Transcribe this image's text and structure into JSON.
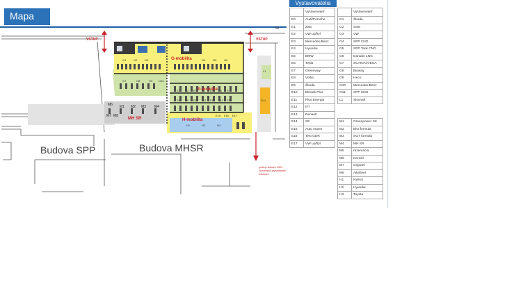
{
  "title": "Mapa",
  "legend_title": "Vystavovatelia",
  "labels": {
    "vstup_left": "VSTUP",
    "vstup_right": "VSTUP",
    "top_right": "Mi",
    "g_mobilita": "G-mobilita",
    "e_mobilita": "E-mobilita",
    "h_mobilita": "H-mobilita",
    "mh_sr": "MH SR",
    "building_spp": "Budova SPP",
    "building_mhsr": "Budova MHSR",
    "direction_note": "prístup stanice CNG\nSlovenské plynárenské múzeum"
  },
  "zone_codes": {
    "e": [
      "E1",
      "E2",
      "E3",
      "E4",
      "E5",
      "E6",
      "E7",
      "E8",
      "E9",
      "E10",
      "E11",
      "E12",
      "E13",
      "E14",
      "E15",
      "E16",
      "E17"
    ],
    "g": [
      "G1",
      "G2",
      "G3",
      "G4",
      "G5",
      "G6",
      "G7",
      "G8",
      "G9",
      "G10",
      "G11"
    ],
    "m": [
      "M1",
      "M2",
      "M3",
      "M4",
      "M6",
      "M7",
      "M8"
    ],
    "h": [
      "H1",
      "H2",
      "H3"
    ],
    "other": [
      "L1",
      "G11"
    ]
  },
  "table_e": {
    "header": "Vystavovateľ",
    "rows": [
      {
        "code": "E0",
        "name": "Audi/Porsche"
      },
      {
        "code": "E1",
        "name": "ZSE"
      },
      {
        "code": "E2",
        "name": "VW up/ftyl"
      },
      {
        "code": "E3",
        "name": "Mercedes-Benz"
      },
      {
        "code": "E4",
        "name": "Hyundai"
      },
      {
        "code": "E5",
        "name": "BMW"
      },
      {
        "code": "E6",
        "name": "Tesla"
      },
      {
        "code": "E7",
        "name": "Greenway"
      },
      {
        "code": "E8",
        "name": "Voltia"
      },
      {
        "code": "E9",
        "name": "Škoda"
      },
      {
        "code": "E10",
        "name": "Elmark Plus"
      },
      {
        "code": "E11",
        "name": "Plus Energia"
      },
      {
        "code": "E12",
        "name": "IFT"
      },
      {
        "code": "E13",
        "name": "Renault"
      },
      {
        "code": "E14",
        "name": "SE"
      },
      {
        "code": "E15",
        "name": "Auto Impex"
      },
      {
        "code": "E16",
        "name": "Test GDR"
      },
      {
        "code": "E17",
        "name": "VW up/ftyl"
      }
    ]
  },
  "table_g": {
    "header": "Vystavovateľ",
    "rows": [
      {
        "code": "G1",
        "name": "Škoda"
      },
      {
        "code": "G2",
        "name": "Seat"
      },
      {
        "code": "G3",
        "name": "VW"
      },
      {
        "code": "G4",
        "name": "SPP CNG"
      },
      {
        "code": "G5",
        "name": "SPP Tank CNG"
      },
      {
        "code": "G6",
        "name": "Danube LNG"
      },
      {
        "code": "G7",
        "name": "SCANIA/IVECA"
      },
      {
        "code": "G8",
        "name": "Bioway"
      },
      {
        "code": "G9",
        "name": "Iveco"
      },
      {
        "code": "G10",
        "name": "Mercedes-Benz"
      },
      {
        "code": "G11",
        "name": "SPP CNG"
      },
      {
        "code": "L1",
        "name": "Slovnaft"
      }
    ]
  },
  "table_m": {
    "rows": [
      {
        "code": "M1",
        "name": "Greenpower SK"
      },
      {
        "code": "M2",
        "name": "Eko formula"
      },
      {
        "code": "M3",
        "name": "SGT formula"
      },
      {
        "code": "M4",
        "name": "MH SR"
      },
      {
        "code": "M5",
        "name": "rezervácia"
      },
      {
        "code": "M6",
        "name": "Kerosil"
      },
      {
        "code": "M7",
        "name": "Citywiel"
      },
      {
        "code": "M8",
        "name": "Ailwheel"
      },
      {
        "code": "H1",
        "name": "NWAS"
      },
      {
        "code": "H2",
        "name": "Hyundai"
      },
      {
        "code": "H3",
        "name": "Toyota"
      }
    ]
  },
  "colors": {
    "title_bg": "#2b72b8",
    "road": "#d9d9d9",
    "yellow_zone": "#f8f07a",
    "green_zone": "#cfe3a8",
    "blue_zone": "#a9cdee",
    "gray_zone": "#c9c9c9",
    "label_red": "#c9242a",
    "arrow_red": "#c9242a"
  }
}
